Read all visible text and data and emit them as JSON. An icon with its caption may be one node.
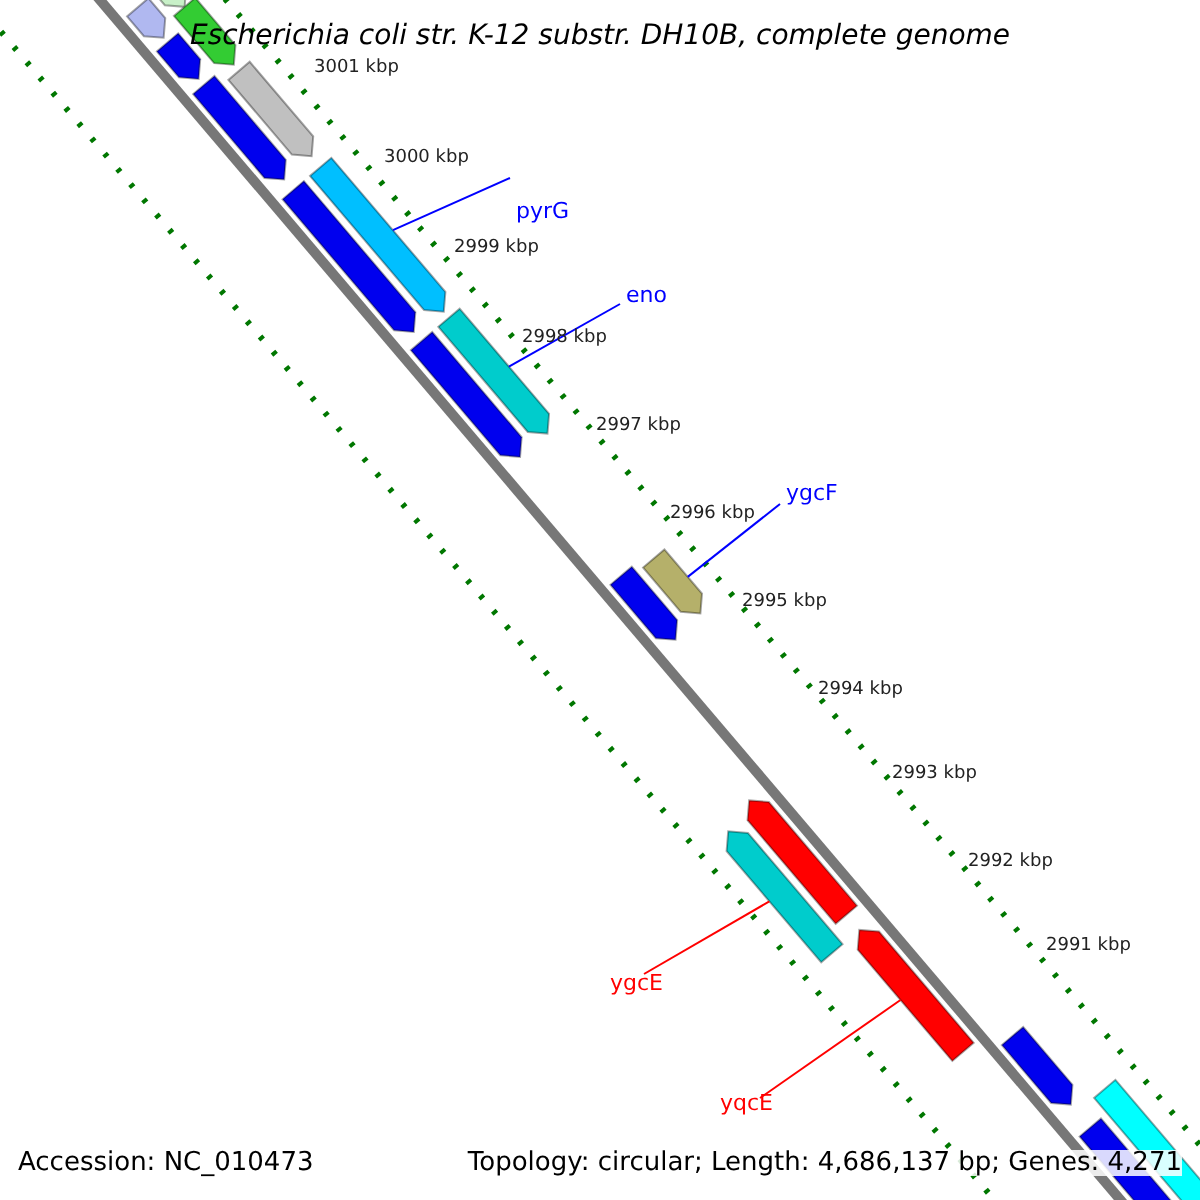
{
  "diagram": {
    "title": "Escherichia coli str. K-12 substr. DH10B, complete genome",
    "nodes": [
      {
        "text": [
          "pyrG"
        ]
      },
      {
        "text": [],
        "shape": "bar"
      },
      {
        "text": [
          "eno"
        ]
      },
      {
        "text": [],
        "shape": "bar"
      },
      {
        "text": [
          "ygcF"
        ]
      },
      {
        "text": [],
        "shape": "bar"
      },
      {
        "text": [
          "ygcE"
        ]
      },
      {
        "text": [],
        "shape": "bar"
      },
      {
        "text": [
          "yqcE"
        ]
      },
      {
        "text": [],
        "shape": "bar"
      }
    ],
    "edges": [
      {
        "from": 0,
        "to": 1,
        "arrow": "none"
      },
      {
        "from": 2,
        "to": 3,
        "arrow": "none"
      },
      {
        "from": 4,
        "to": 5,
        "arrow": "none"
      },
      {
        "from": 6,
        "to": 7,
        "arrow": "none",
        "color": "#ff0000"
      },
      {
        "from": 8,
        "to": 9,
        "arrow": "none",
        "color": "#ff0000"
      }
    ],
    "labels": [
      "3001 kbp",
      "3000 kbp",
      "2999 kbp",
      "2998 kbp",
      "2997 kbp",
      "2996 kbp",
      "2995 kbp",
      "2994 kbp",
      "2993 kbp",
      "2992 kbp",
      "2991 kbp",
      "Accession: NC_010473",
      "Topology: circular; Length: 4,686,137 bp; Genes: 4,271"
    ]
  }
}
